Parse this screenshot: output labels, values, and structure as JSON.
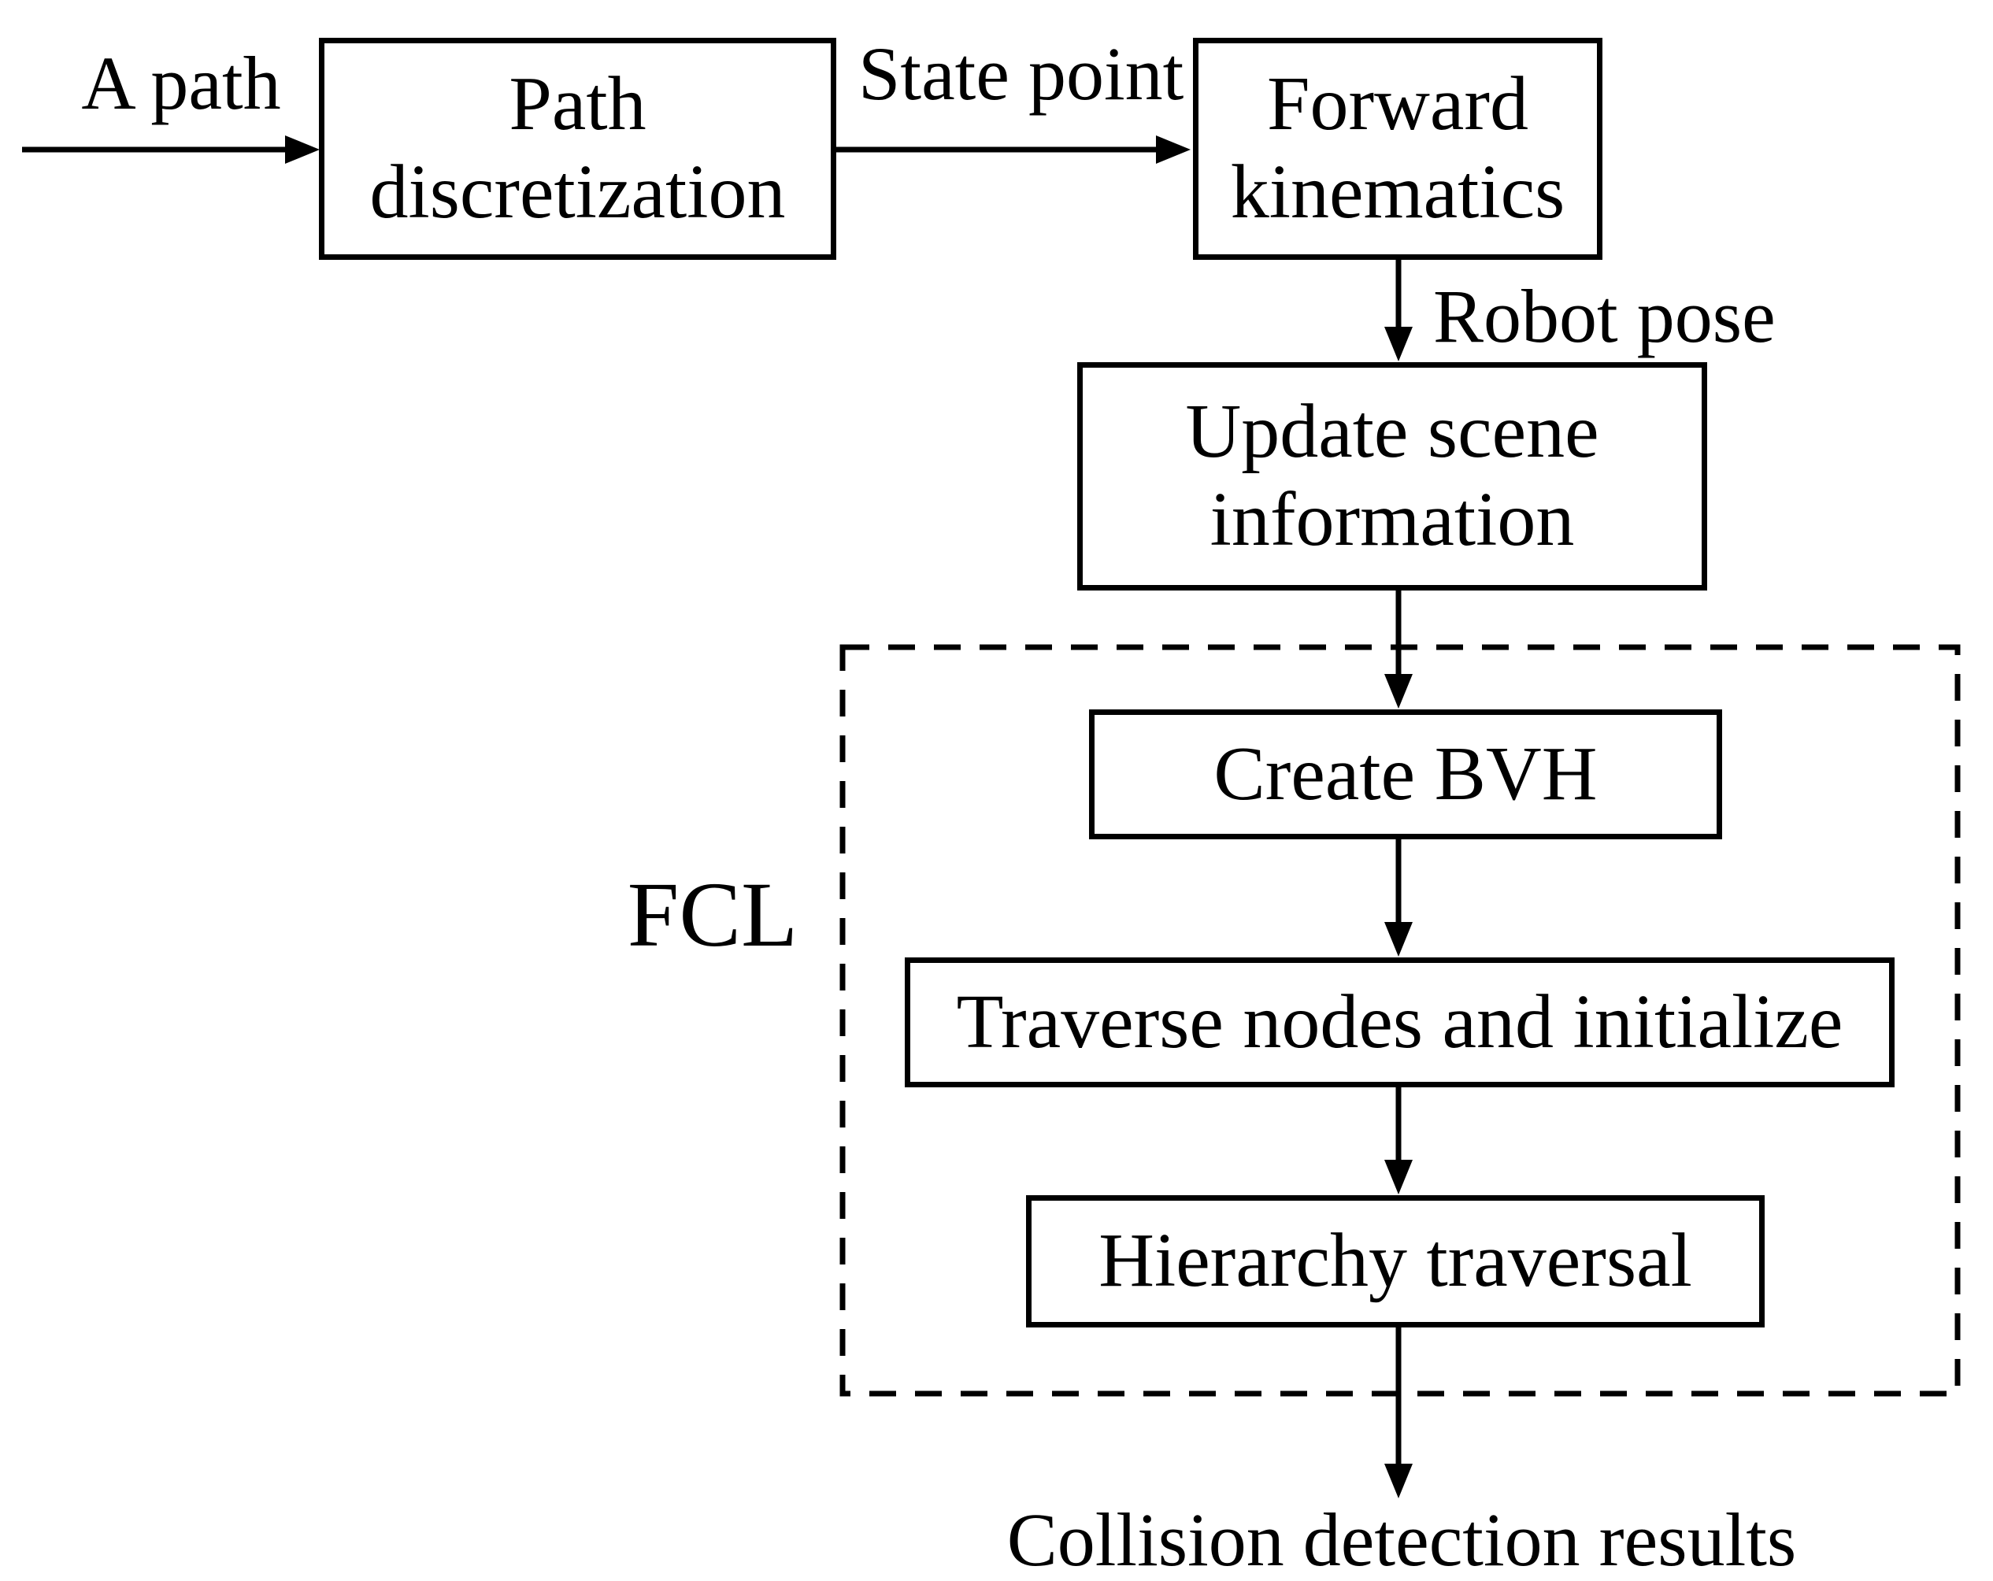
{
  "flowchart": {
    "input_label": "A path",
    "nodes": [
      {
        "id": "path-discretization",
        "label": "Path discretization"
      },
      {
        "id": "forward-kinematics",
        "label": "Forward kinematics"
      },
      {
        "id": "update-scene-information",
        "label": "Update scene information"
      },
      {
        "id": "create-bvh",
        "label": "Create BVH"
      },
      {
        "id": "traverse-nodes-and-initialize",
        "label": "Traverse nodes and initialize"
      },
      {
        "id": "hierarchy-traversal",
        "label": "Hierarchy traversal"
      }
    ],
    "edge_labels": {
      "state_point": "State point",
      "robot_pose": "Robot pose"
    },
    "group_label": "FCL",
    "output_label": "Collision detection results",
    "colors": {
      "ink": "#000000",
      "background": "#ffffff"
    }
  }
}
